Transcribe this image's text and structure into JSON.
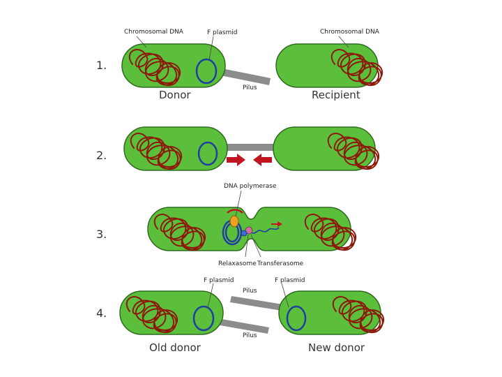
{
  "colors": {
    "cell_fill": "#5cbf3c",
    "cell_stroke": "#2f6b1f",
    "chromosome": "#8b1a0a",
    "plasmid": "#1f3f9f",
    "pilus": "#8c8c8c",
    "arrow": "#c0141e",
    "polymerase": "#f0a020",
    "relaxasome": "#d070a0",
    "transferasome": "#3a6fd8"
  },
  "steps": [
    {
      "number": "1.",
      "labels": {
        "chromosomal_left": "Chromosomal DNA",
        "plasmid": "F plasmid",
        "chromosomal_right": "Chromosomal DNA",
        "pilus": "Pilus",
        "donor": "Donor",
        "recipient": "Recipient"
      }
    },
    {
      "number": "2."
    },
    {
      "number": "3.",
      "labels": {
        "polymerase": "DNA polymerase",
        "relaxasome": "Relaxasome",
        "transferasome": "Transferasome"
      }
    },
    {
      "number": "4.",
      "labels": {
        "plasmid_left": "F plasmid",
        "pilus_top": "Pilus",
        "plasmid_right": "F plasmid",
        "pilus_bottom": "Pilus",
        "old_donor": "Old donor",
        "new_donor": "New donor"
      }
    }
  ]
}
